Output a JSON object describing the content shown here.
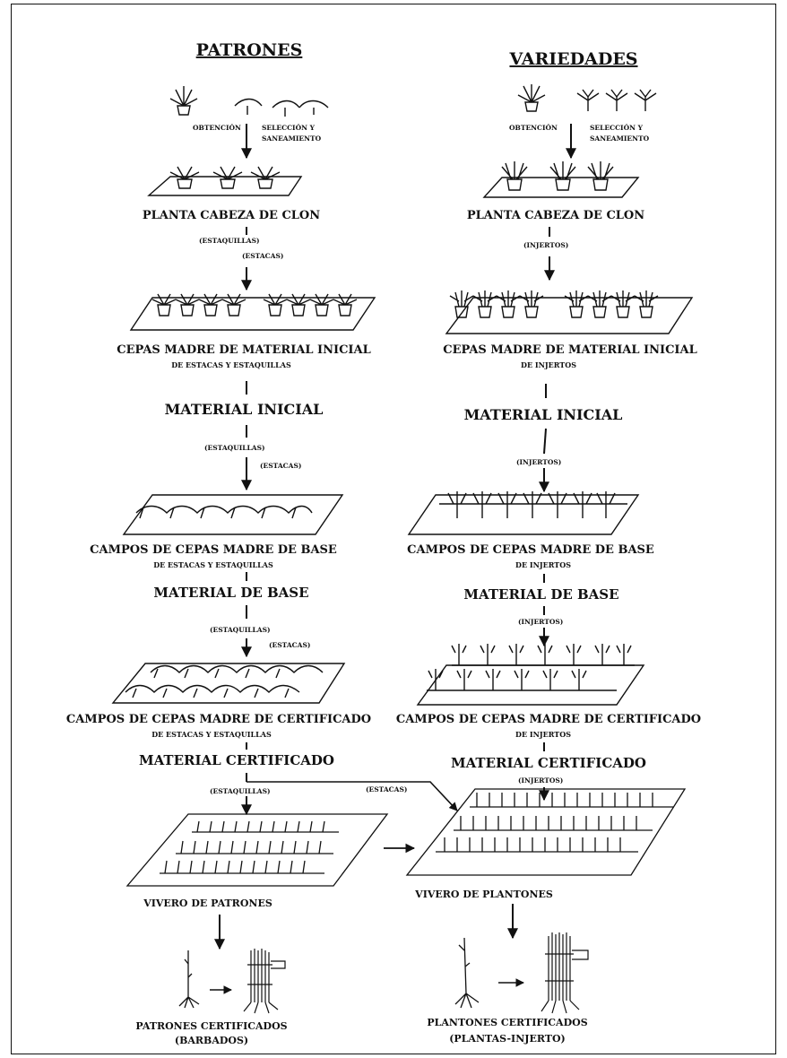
{
  "left": {
    "title": "PATRONES",
    "obtencion": "OBTENCIÓN",
    "seleccion_l1": "SELECCIÓN Y",
    "seleccion_l2": "SANEAMIENTO",
    "planta_cabeza": "PLANTA CABEZA DE CLON",
    "estaquillas_1": "(ESTAQUILLAS)",
    "estacas_1": "(ESTACAS)",
    "cepas_madre_inicial": "CEPAS MADRE DE MATERIAL INICIAL",
    "cepas_madre_inicial_sub": "DE ESTACAS Y ESTAQUILLAS",
    "material_inicial": "MATERIAL INICIAL",
    "estaquillas_2": "(ESTAQUILLAS)",
    "estacas_2": "(ESTACAS)",
    "campos_base": "CAMPOS DE CEPAS MADRE DE BASE",
    "campos_base_sub": "DE ESTACAS Y ESTAQUILLAS",
    "material_base": "MATERIAL DE BASE",
    "estaquillas_3": "(ESTAQUILLAS)",
    "estacas_3": "(ESTACAS)",
    "campos_cert": "CAMPOS DE CEPAS MADRE DE CERTIFICADO",
    "campos_cert_sub": "DE ESTACAS Y ESTAQUILLAS",
    "material_cert": "MATERIAL CERTIFICADO",
    "estaquillas_4": "(ESTAQUILLAS)",
    "estacas_4": "(ESTACAS)",
    "vivero": "VIVERO DE PATRONES",
    "final_1": "PATRONES CERTIFICADOS",
    "final_2": "(BARBADOS)"
  },
  "right": {
    "title": "VARIEDADES",
    "obtencion": "OBTENCIÓN",
    "seleccion_l1": "SELECCIÓN Y",
    "seleccion_l2": "SANEAMIENTO",
    "planta_cabeza": "PLANTA CABEZA DE CLON",
    "injertos_1": "(INJERTOS)",
    "cepas_madre_inicial": "CEPAS MADRE DE MATERIAL INICIAL",
    "cepas_madre_inicial_sub": "DE INJERTOS",
    "material_inicial": "MATERIAL INICIAL",
    "injertos_2": "(INJERTOS)",
    "campos_base": "CAMPOS DE CEPAS MADRE DE BASE",
    "campos_base_sub": "DE INJERTOS",
    "material_base": "MATERIAL DE BASE",
    "injertos_3": "(INJERTOS)",
    "campos_cert": "CAMPOS DE CEPAS MADRE DE CERTIFICADO",
    "campos_cert_sub": "DE INJERTOS",
    "material_cert": "MATERIAL CERTIFICADO",
    "injertos_4": "(INJERTOS)",
    "vivero": "VIVERO DE PLANTONES",
    "final_1": "PLANTONES CERTIFICADOS",
    "final_2": "(PLANTAS-INJERTO)"
  }
}
